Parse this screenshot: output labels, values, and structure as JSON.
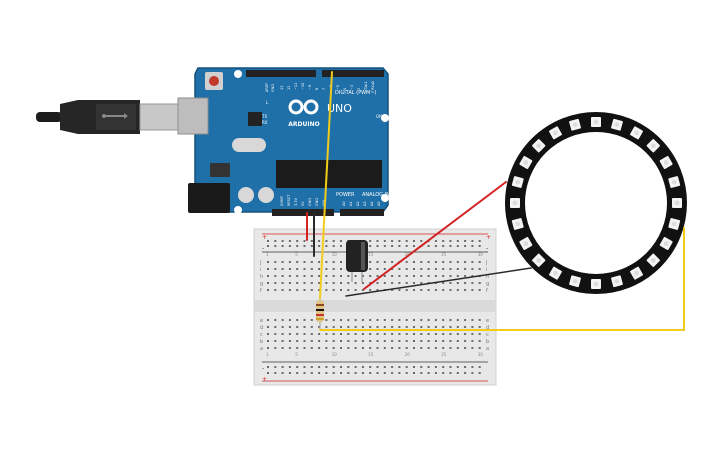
{
  "board": {
    "logo_word": "UNO",
    "brand": "ARDUINO",
    "digital_label": "DIGITAL (PWM~)",
    "power_label": "POWER",
    "analog_label": "ANALOG IN",
    "on_label": "ON",
    "tx_label": "TX",
    "rx_label": "RX",
    "l_label": "L",
    "aref_label": "AREF",
    "gnd_label": "GND",
    "digital_pins": [
      "13",
      "12",
      "~11",
      "~10",
      "~9",
      "8",
      "7",
      "~6",
      "~5",
      "4",
      "~3",
      "2",
      "TX▸1",
      "RX◂0"
    ],
    "power_pins": [
      "IOREF",
      "RESET",
      "3.3V",
      "5V",
      "GND",
      "GND",
      "VIN"
    ],
    "analog_pins": [
      "A0",
      "A1",
      "A2",
      "A3",
      "A4",
      "A5"
    ]
  },
  "breadboard": {
    "row_letters_top": [
      "j",
      "i",
      "h",
      "g",
      "f"
    ],
    "row_letters_bottom": [
      "e",
      "d",
      "c",
      "b",
      "a"
    ],
    "column_numbers": [
      "1",
      "5",
      "10",
      "15",
      "20",
      "25",
      "30"
    ],
    "plus_label": "+",
    "minus_label": "-"
  },
  "ring": {
    "led_count": 24
  },
  "colors": {
    "board": "#1f6fa8",
    "board_dark": "#14507c",
    "wire_yellow": "#f2cc1b",
    "wire_red": "#d32222",
    "wire_black": "#2a2a2a",
    "ring": "#111111",
    "breadboard": "#e8e8e8"
  }
}
